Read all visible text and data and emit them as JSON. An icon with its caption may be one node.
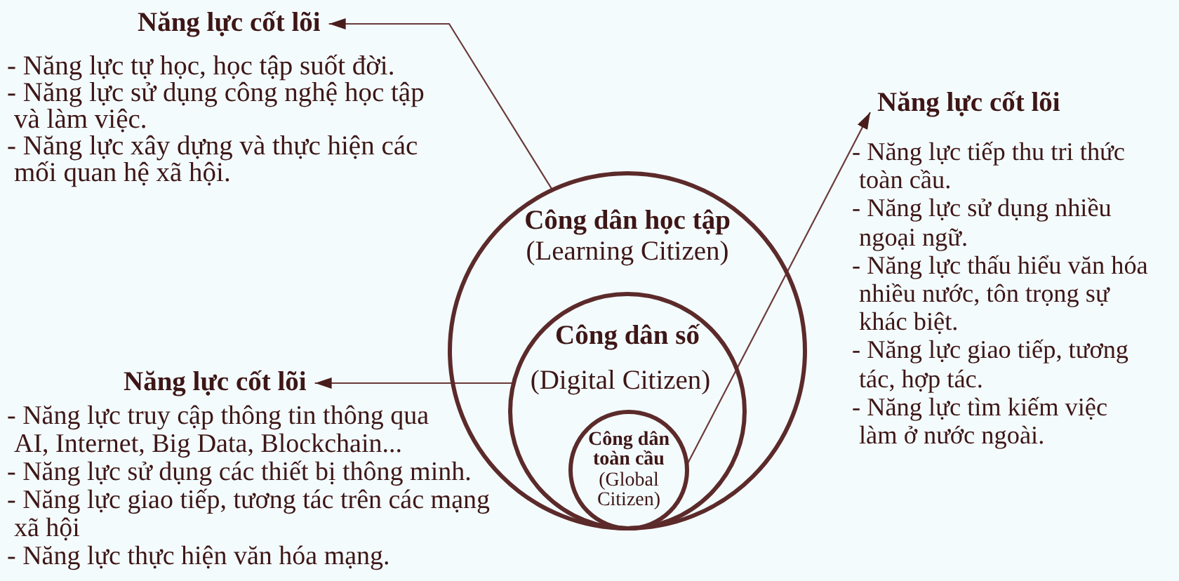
{
  "diagram": {
    "nodes": [
      {
        "text": [
          "Năng lực cốt lõi"
        ],
        "beside": [
          "- Năng lực tự học, học tập suốt đời.",
          "- Năng lực sử dụng công nghệ học tập và làm việc.",
          "- Năng lực xây dựng và thực hiện các mối quan hệ xã hội."
        ]
      },
      {
        "text": [
          "Năng lực cốt lõi"
        ],
        "beside": [
          "- Năng lực tiếp thu tri thức toàn cầu.",
          "- Năng lực sử dụng nhiều ngoại ngữ.",
          "- Năng lực thấu hiểu văn hóa nhiều nước, tôn trọng sự khác biệt.",
          "- Năng lực giao tiếp, tương tác, hợp tác.",
          "- Năng lực tìm kiếm việc làm ở nước ngoài."
        ]
      },
      {
        "text": [
          "Công dân học tập",
          "(Learning Citizen)"
        ]
      },
      {
        "text": [
          "Công dân số",
          "(Digital Citizen)"
        ],
        "in": 2
      },
      {
        "text": [
          "Công dân toàn cầu",
          "(Global Citizen)"
        ],
        "in": 3
      },
      {
        "text": [
          "Năng lực cốt lõi"
        ],
        "beside": [
          "- Năng lực truy cập thông tin thông qua AI, Internet, Big Data, Blockchain...",
          "- Năng lực sử dụng các thiết bị thông minh.",
          "- Năng lực giao tiếp, tương tác trên các mạng xã hội",
          "- Năng lực thực hiện văn hóa mạng."
        ]
      }
    ],
    "edges": [
      {
        "from": 2,
        "to": 0,
        "arrow": "to"
      },
      {
        "from": 4,
        "to": 1,
        "arrow": "to"
      },
      {
        "from": 3,
        "to": 5,
        "arrow": "to"
      }
    ]
  }
}
